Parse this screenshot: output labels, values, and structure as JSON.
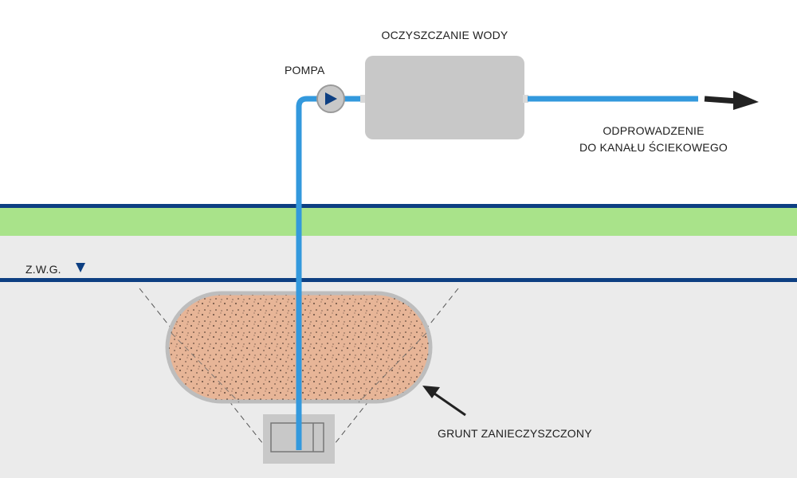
{
  "labels": {
    "water_treatment": "OCZYSZCZANIE WODY",
    "pump": "POMPA",
    "discharge_line1": "ODPROWADZENIE",
    "discharge_line2": "DO KANAŁU ŚCIEKOWEGO",
    "groundwater_level": "Z.W.G.",
    "contaminated_soil": "GRUNT ZANIECZYSZCZONY"
  },
  "colors": {
    "pipe": "#3399dd",
    "navy_line": "#0d3f82",
    "grass": "#a9e38a",
    "ground": "#ebebeb",
    "soil": "#e7b597",
    "box": "#c8c8c8"
  },
  "icons": {
    "pump": "pump-icon",
    "groundwater_marker": "triangle-down-icon",
    "discharge_arrow": "arrow-right-icon",
    "pointer_arrow": "arrow-up-left-icon"
  }
}
